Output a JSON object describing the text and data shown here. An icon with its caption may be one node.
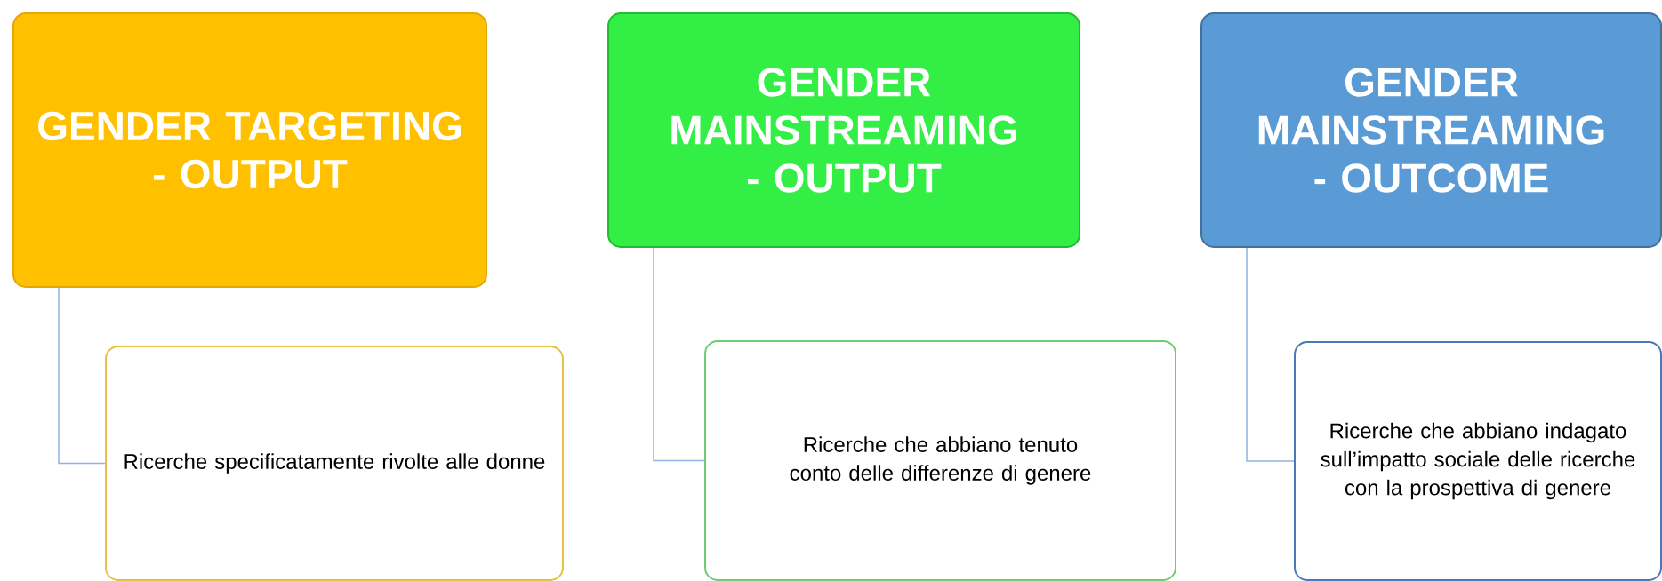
{
  "diagram": {
    "nodes": [
      {
        "text": [
          "GENDER TARGETING - OUTPUT"
        ]
      },
      {
        "text": [
          "Ricerche specificatamente rivolte alle donne"
        ]
      },
      {
        "text": [
          "GENDER MAINSTREAMING - OUTPUT"
        ]
      },
      {
        "text": [
          "Ricerche che abbiano tenuto conto delle differenze di genere"
        ]
      },
      {
        "text": [
          "GENDER MAINSTREAMING - OUTCOME"
        ]
      },
      {
        "text": [
          "Ricerche che abbiano indagato sull’impatto sociale delle ricerche con la prospettiva di genere"
        ]
      }
    ],
    "edges": [
      {
        "from": 0,
        "to": 1,
        "arrow": "none"
      },
      {
        "from": 2,
        "to": 3,
        "arrow": "none"
      },
      {
        "from": 4,
        "to": 5,
        "arrow": "none"
      }
    ]
  }
}
